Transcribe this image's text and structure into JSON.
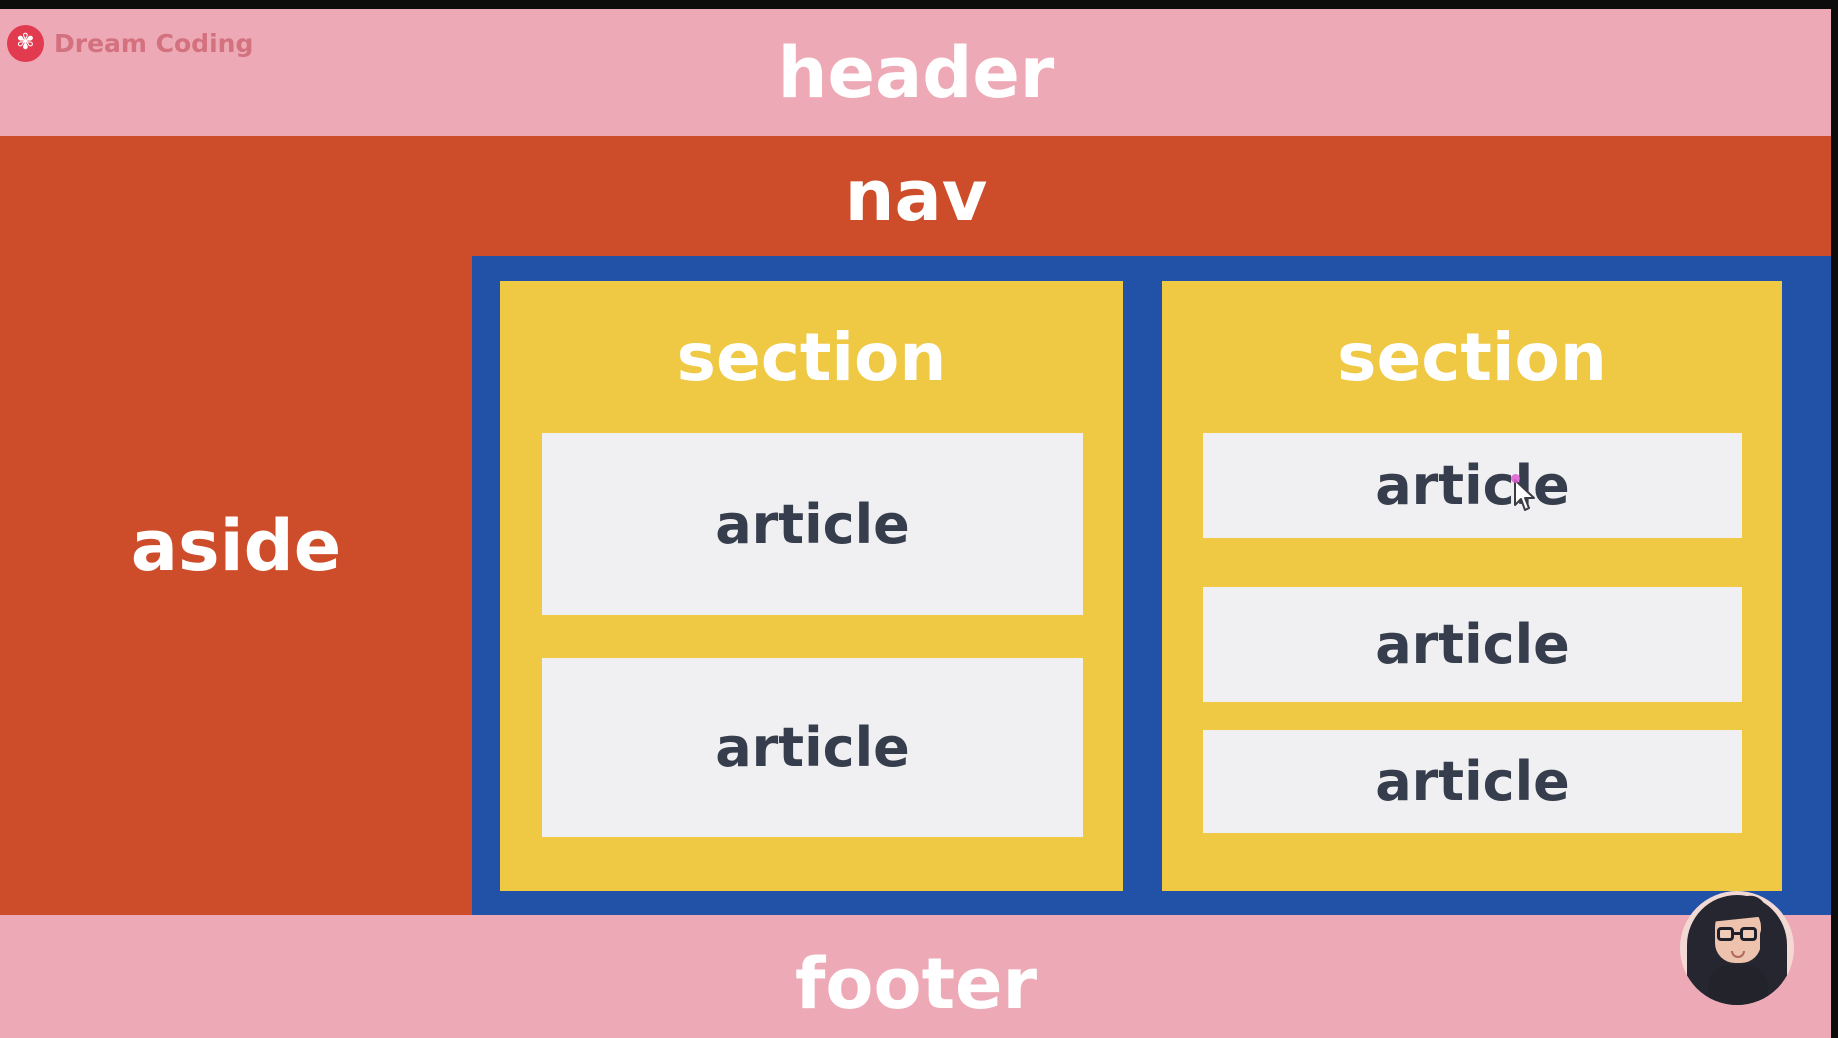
{
  "brand": {
    "name": "Dream Coding",
    "logo_icon": "flower"
  },
  "diagram": {
    "header_label": "header",
    "nav_label": "nav",
    "aside_label": "aside",
    "footer_label": "footer",
    "sections": [
      {
        "title": "section",
        "articles": [
          "article",
          "article"
        ]
      },
      {
        "title": "section",
        "articles": [
          "article",
          "article",
          "article"
        ]
      }
    ]
  },
  "overlays": {
    "cursor": "arrow-cursor-over-first-right-article",
    "webcam": "presenter-avatar-circle"
  },
  "palette": {
    "black": "#0c0c0c",
    "pink": "#edaab6",
    "orange": "#cd4c29",
    "blue": "#2152a8",
    "yellow": "#efc844",
    "article-bg": "#f0f0f2",
    "article-text": "#363d4c",
    "white-text": "#ffffff",
    "logo-red": "#e23a4f",
    "logo-text": "#d4717f",
    "avatar-bg": "#f3d9d3",
    "dot": "#e05ad2"
  }
}
